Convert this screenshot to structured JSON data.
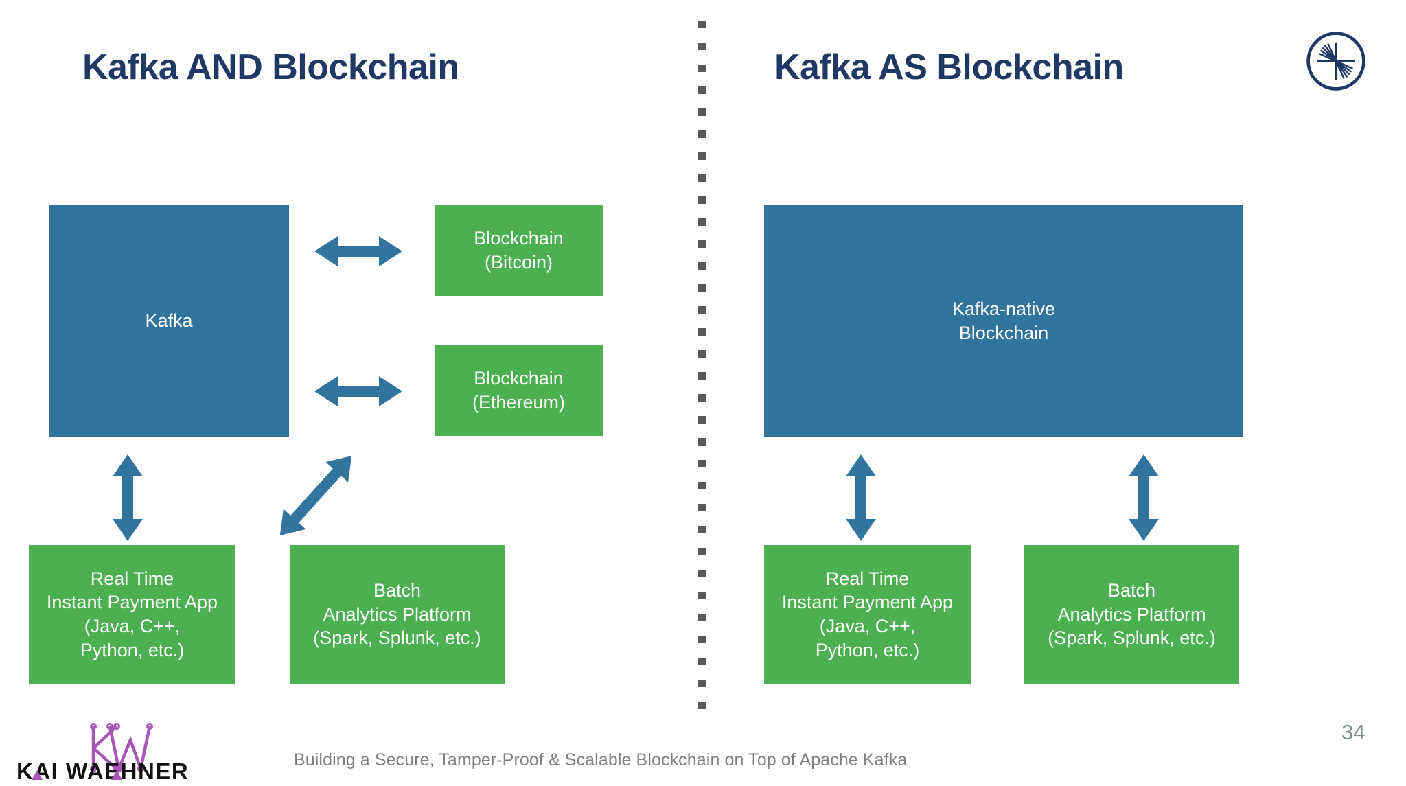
{
  "slide": {
    "page_number": "34",
    "footer_caption": "Building a Secure, Tamper-Proof & Scalable Blockchain on Top of Apache Kafka",
    "brand_logo_text": "KAI WAEHNER",
    "brand_monogram": "KW",
    "vendor_logo": "confluent-logo"
  },
  "colors": {
    "title": "#1F3864",
    "blue_box": "#31759F",
    "green_box": "#4CAF50",
    "arrow": "#31759F",
    "divider": "#595959",
    "footer_text": "#808080",
    "page_number": "#7F8C8D",
    "brand_purple": "#A855B8"
  },
  "panels": {
    "left": {
      "title": "Kafka AND Blockchain",
      "boxes": {
        "kafka": {
          "label": "Kafka"
        },
        "bitcoin": {
          "line1": "Blockchain",
          "line2": "(Bitcoin)"
        },
        "ethereum": {
          "line1": "Blockchain",
          "line2": "(Ethereum)"
        },
        "realtime": {
          "line1": "Real Time",
          "line2": "Instant Payment App",
          "line3": "(Java, C++,",
          "line4": "Python, etc.)"
        },
        "batch": {
          "line1": "Batch",
          "line2": "Analytics Platform",
          "line3": "(Spark, Splunk, etc.)"
        }
      },
      "arrows": [
        {
          "name": "kafka-to-bitcoin",
          "kind": "double-horizontal"
        },
        {
          "name": "kafka-to-ethereum",
          "kind": "double-horizontal"
        },
        {
          "name": "kafka-to-realtime",
          "kind": "double-vertical"
        },
        {
          "name": "kafka-to-batch",
          "kind": "double-diagonal"
        }
      ]
    },
    "right": {
      "title": "Kafka AS Blockchain",
      "boxes": {
        "native": {
          "line1": "Kafka-native",
          "line2": "Blockchain"
        },
        "realtime": {
          "line1": "Real Time",
          "line2": "Instant Payment App",
          "line3": "(Java, C++,",
          "line4": "Python, etc.)"
        },
        "batch": {
          "line1": "Batch",
          "line2": "Analytics Platform",
          "line3": "(Spark, Splunk, etc.)"
        }
      },
      "arrows": [
        {
          "name": "native-to-realtime",
          "kind": "double-vertical"
        },
        {
          "name": "native-to-batch",
          "kind": "double-vertical"
        }
      ]
    }
  }
}
